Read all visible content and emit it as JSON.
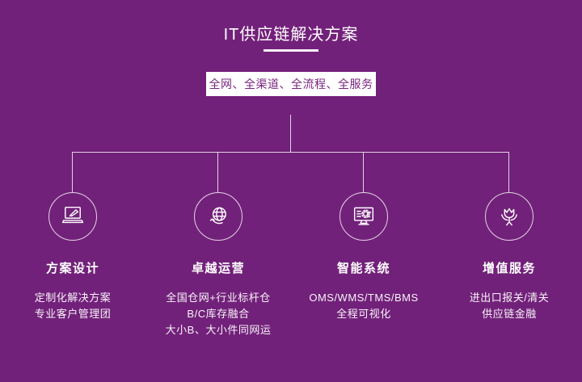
{
  "page": {
    "title": "IT供应链解决方案",
    "badge": "全网、全渠道、全流程、全服务"
  },
  "columns": [
    {
      "icon": "laptop-pencil-icon",
      "label": "方案设计",
      "lines": [
        "定制化解决方案",
        "专业客户管理团"
      ]
    },
    {
      "icon": "globe-sync-icon",
      "label": "卓越运营",
      "lines": [
        "全国仓网+行业标杆仓",
        "B/C库存融合",
        "大小B、大小件同网运"
      ]
    },
    {
      "icon": "monitor-gears-icon",
      "label": "智能系统",
      "lines": [
        "OMS/WMS/TMS/BMS",
        "全程可视化"
      ]
    },
    {
      "icon": "flower-icon",
      "label": "增值服务",
      "lines": [
        "进出口报关/清关",
        "供应链金融"
      ]
    }
  ],
  "colors": {
    "background": "#72217a",
    "badge_background": "#ffffff",
    "badge_text": "#7a2380",
    "text": "#ffffff",
    "connector_line": "rgba(255,255,255,0.8)"
  }
}
